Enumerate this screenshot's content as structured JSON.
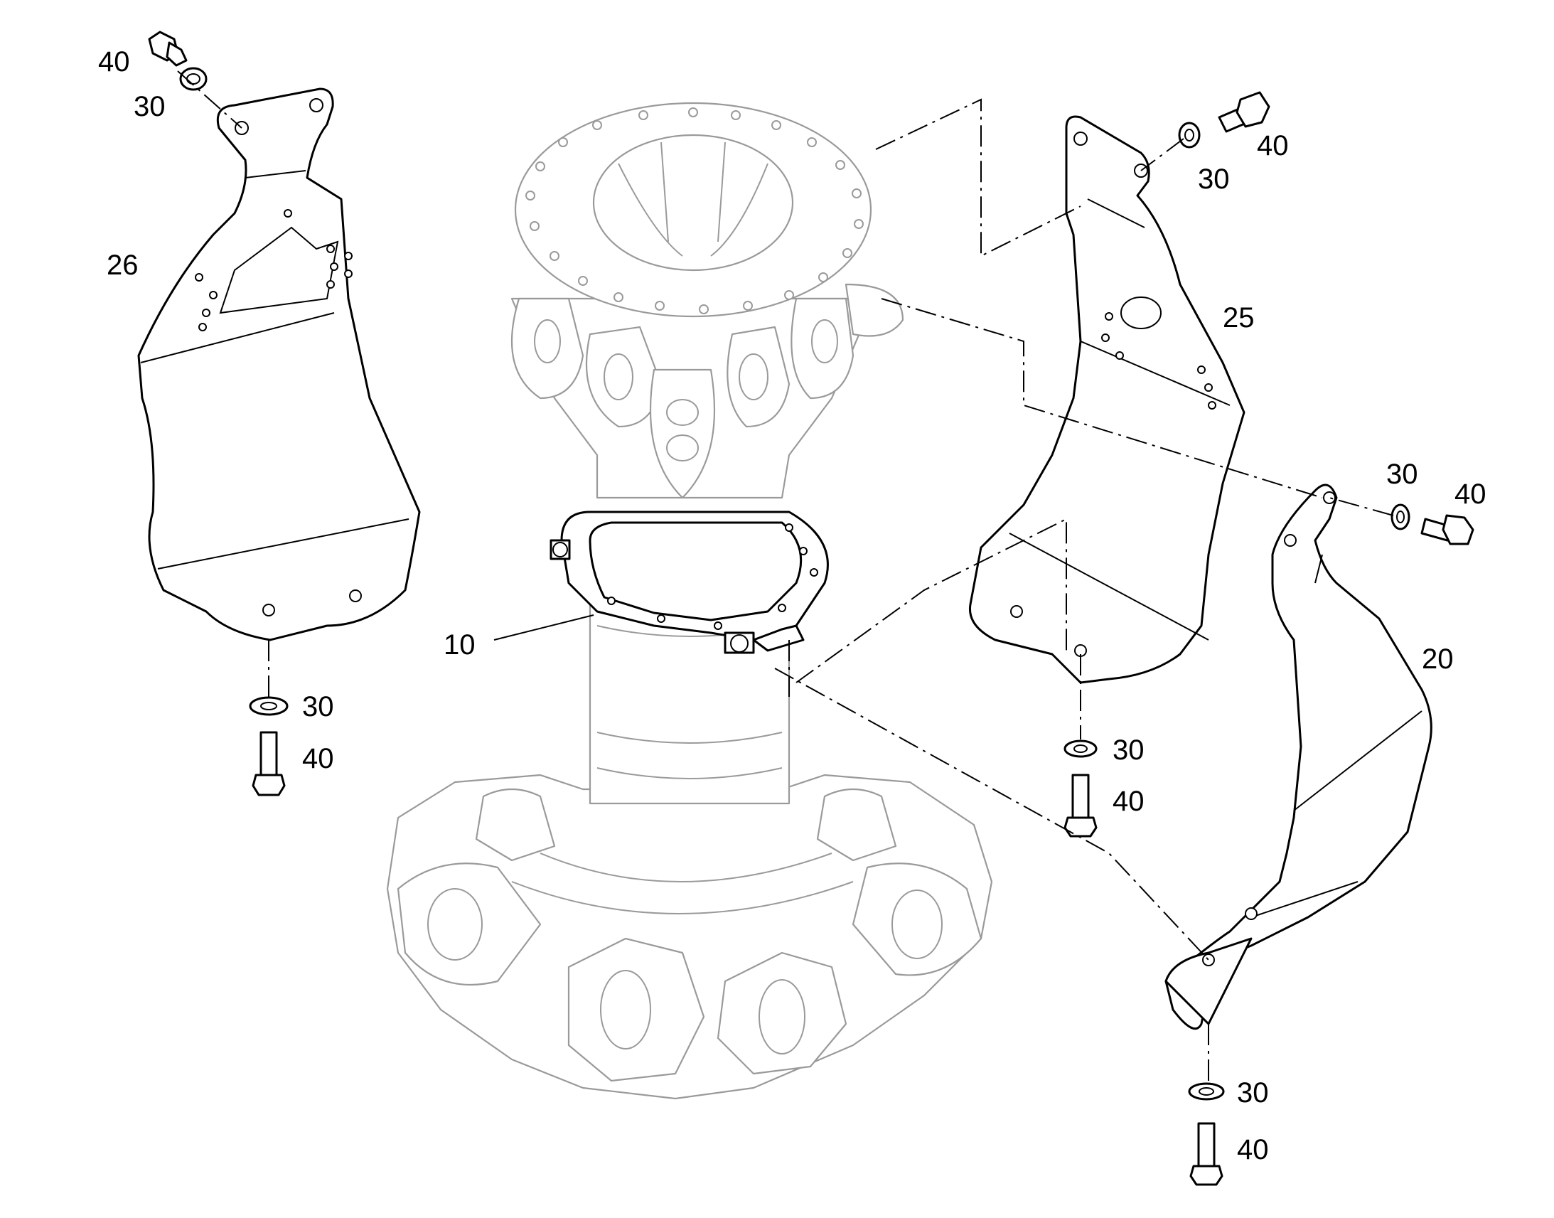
{
  "callouts": {
    "c10": "10",
    "c20": "20",
    "c25": "25",
    "c26": "26",
    "tl30": "30",
    "tl40": "40",
    "tr30": "30",
    "tr40": "40",
    "mr30": "30",
    "mr40": "40",
    "bl30": "30",
    "bl40": "40",
    "bm30": "30",
    "bm40": "40",
    "br30": "30",
    "br40": "40"
  }
}
